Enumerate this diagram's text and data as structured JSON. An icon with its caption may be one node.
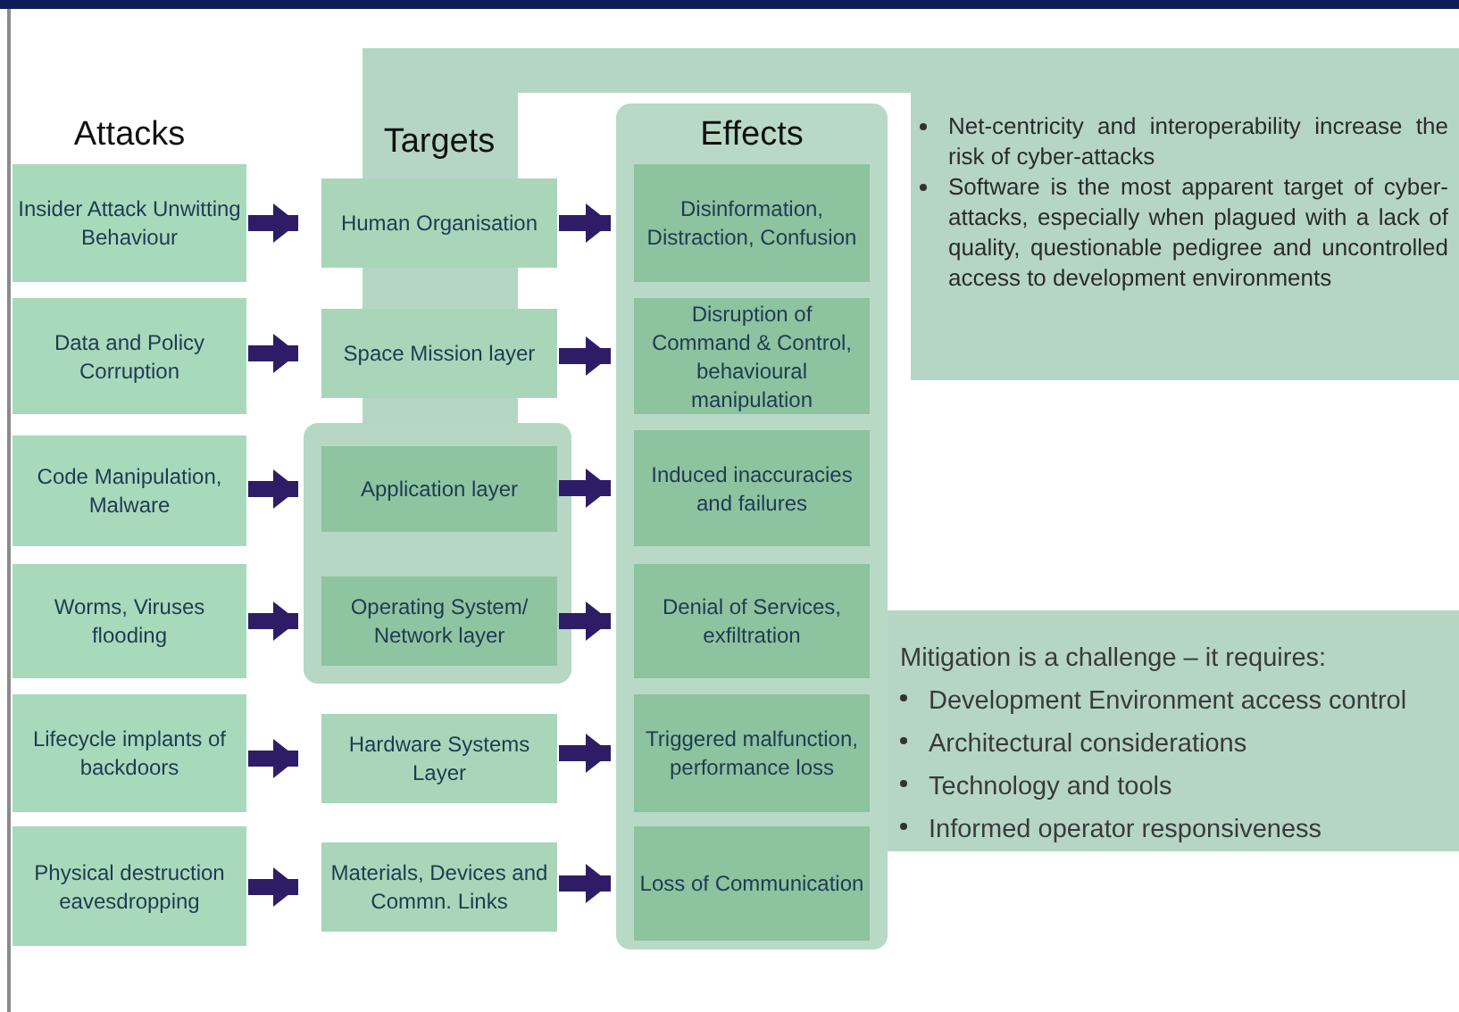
{
  "diagram": {
    "nodes": [
      {
        "text": [
          "Insider Attack Unwitting Behaviour"
        ]
      },
      {
        "text": [
          "Data and Policy Corruption"
        ]
      },
      {
        "text": [
          "Code Manipulation, Malware"
        ]
      },
      {
        "text": [
          "Worms, Viruses flooding"
        ]
      },
      {
        "text": [
          "Lifecycle implants of backdoors"
        ]
      },
      {
        "text": [
          "Physical destruction eavesdropping"
        ]
      },
      {
        "text": [
          "Human Organisation"
        ]
      },
      {
        "text": [
          "Space Mission layer"
        ]
      },
      {
        "text": [],
        "shape": "box"
      },
      {
        "text": [
          "Application layer"
        ],
        "in": 8
      },
      {
        "text": [
          "Operating System/ Network layer"
        ],
        "in": 8
      },
      {
        "text": [
          "Hardware Systems Layer"
        ]
      },
      {
        "text": [
          "Materials, Devices and Commn. Links"
        ]
      },
      {
        "text": [
          "Effects"
        ]
      },
      {
        "text": [
          "Disinformation, Distraction, Confusion"
        ],
        "in": 13
      },
      {
        "text": [
          "Disruption of Command & Control, behavioural manipulation"
        ],
        "in": 13
      },
      {
        "text": [
          "Induced inaccuracies and failures"
        ],
        "in": 13
      },
      {
        "text": [
          "Denial of Services, exfiltration"
        ],
        "in": 13
      },
      {
        "text": [
          "Triggered malfunction, performance loss"
        ],
        "in": 13
      },
      {
        "text": [
          "Loss of Communication"
        ],
        "in": 13
      },
      {
        "text": [
          "Net-centricity and interoperability increase the risk of cyber-attacks",
          "Software is the most apparent target of cyber-attacks, especially when plagued with a lack of quality, questionable pedigree and uncontrolled access to development environments"
        ]
      },
      {
        "text": [
          "Mitigation is a challenge – it requires:",
          "Development Environment access control",
          "Architectural considerations",
          "Technology and tools",
          "Informed operator responsiveness"
        ]
      }
    ],
    "edges": [
      {
        "from": 0,
        "to": 6,
        "arrow": "to"
      },
      {
        "from": 1,
        "to": 7,
        "arrow": "to"
      },
      {
        "from": 2,
        "to": 9,
        "arrow": "to"
      },
      {
        "from": 3,
        "to": 10,
        "arrow": "to"
      },
      {
        "from": 4,
        "to": 11,
        "arrow": "to"
      },
      {
        "from": 5,
        "to": 12,
        "arrow": "to"
      },
      {
        "from": 6,
        "to": 14,
        "arrow": "to"
      },
      {
        "from": 7,
        "to": 15,
        "arrow": "to"
      },
      {
        "from": 9,
        "to": 16,
        "arrow": "to"
      },
      {
        "from": 10,
        "to": 17,
        "arrow": "to"
      },
      {
        "from": 11,
        "to": 18,
        "arrow": "to"
      },
      {
        "from": 12,
        "to": 19,
        "arrow": "to"
      }
    ],
    "labels": [
      "Attacks",
      "Targets"
    ]
  }
}
